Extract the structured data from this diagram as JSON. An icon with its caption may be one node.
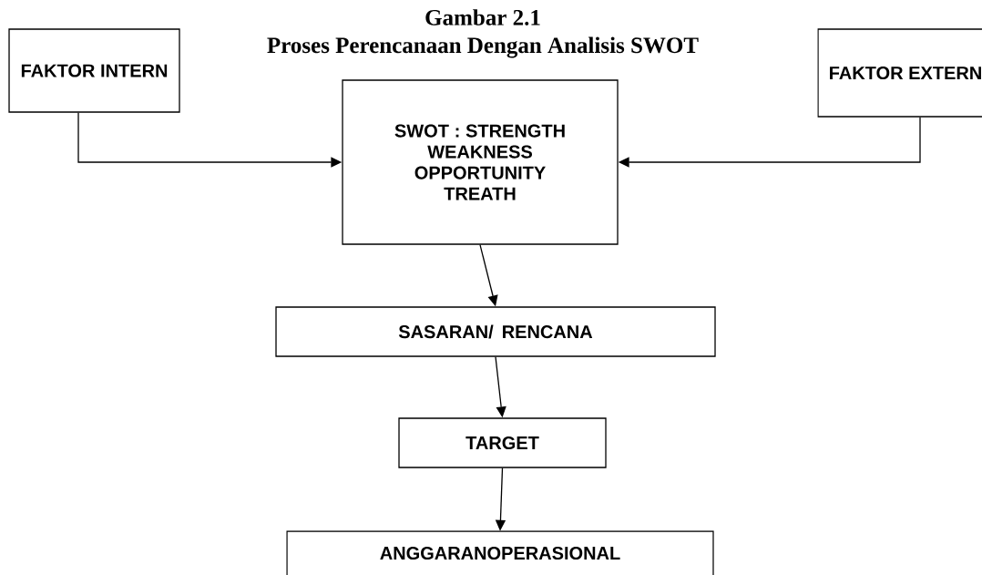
{
  "diagram": {
    "title": "Gambar 2.1",
    "caption": "Proses Perencanaan Dengan Analisis SWOT",
    "nodes": [
      {
        "text": [
          "FAKTOR INTERN"
        ]
      },
      {
        "text": [
          "SWOT : STRENGTH WEAKNESS OPPORTUNITY TREATH"
        ]
      },
      {
        "text": [
          "SASARAN/ RENCANA"
        ]
      },
      {
        "text": [
          "TARGET"
        ]
      },
      {
        "text": [
          "ANGGARANOPERASIONAL"
        ]
      },
      {
        "text": [
          "FAKTOR EXTERN"
        ]
      }
    ],
    "edges": [
      {
        "from": 0,
        "to": 1,
        "arrow": "to"
      },
      {
        "from": 5,
        "to": 1,
        "arrow": "to"
      },
      {
        "from": 1,
        "to": 2,
        "arrow": "to"
      },
      {
        "from": 2,
        "to": 3,
        "arrow": "to"
      },
      {
        "from": 3,
        "to": 4,
        "arrow": "to"
      }
    ]
  }
}
